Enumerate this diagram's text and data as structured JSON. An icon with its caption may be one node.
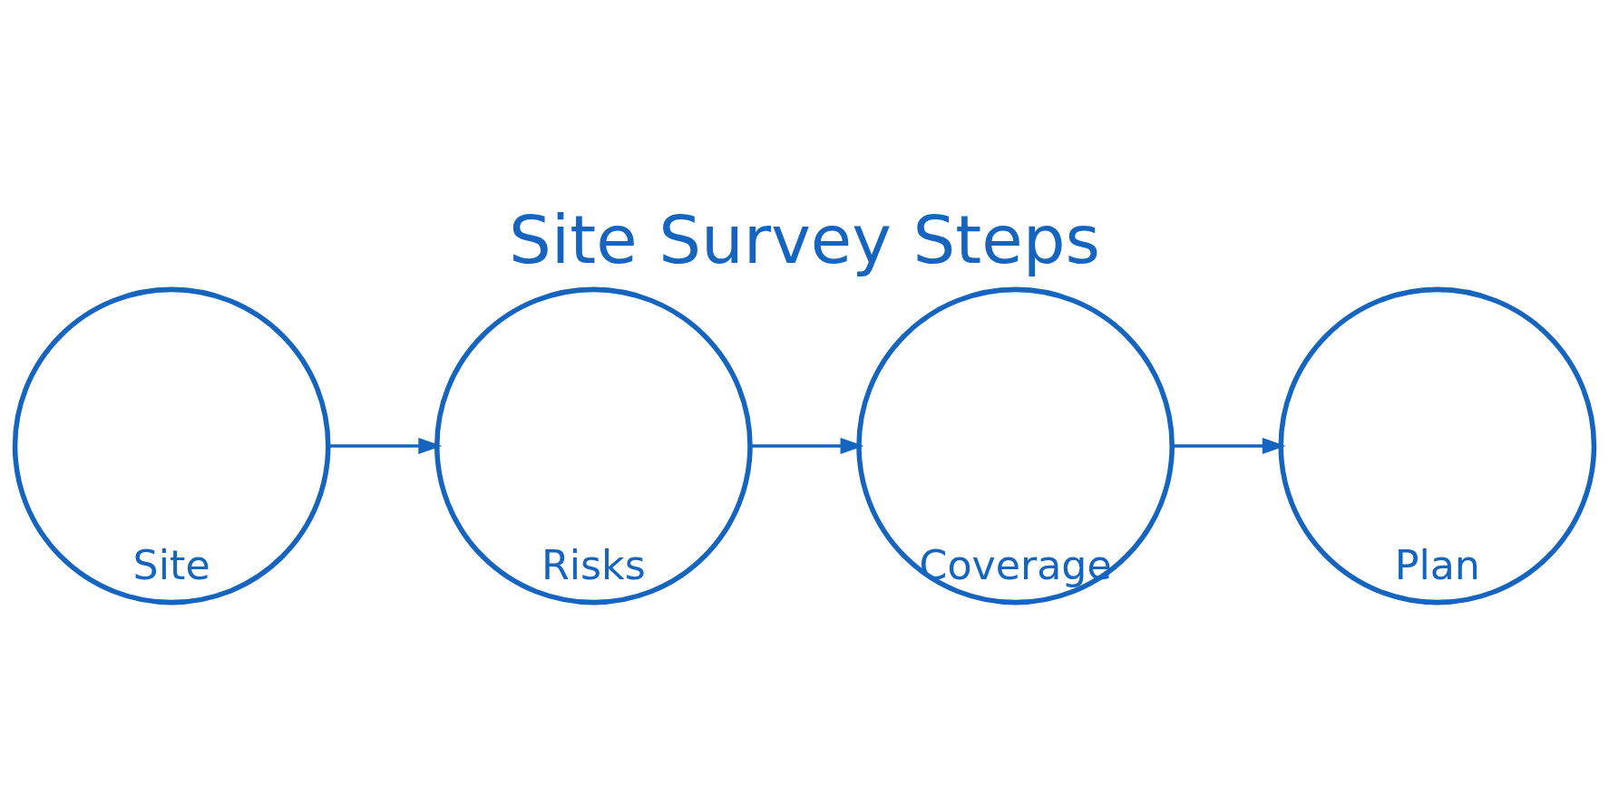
{
  "diagram": {
    "title": "Site Survey Steps",
    "nodes": [
      {
        "text": [
          "Site"
        ]
      },
      {
        "text": [
          "Risks"
        ]
      },
      {
        "text": [
          "Coverage"
        ]
      },
      {
        "text": [
          "Plan"
        ]
      }
    ],
    "edges": [
      {
        "from": 0,
        "to": 1,
        "arrow": "to"
      },
      {
        "from": 1,
        "to": 2,
        "arrow": "to"
      },
      {
        "from": 2,
        "to": 3,
        "arrow": "to"
      }
    ]
  }
}
